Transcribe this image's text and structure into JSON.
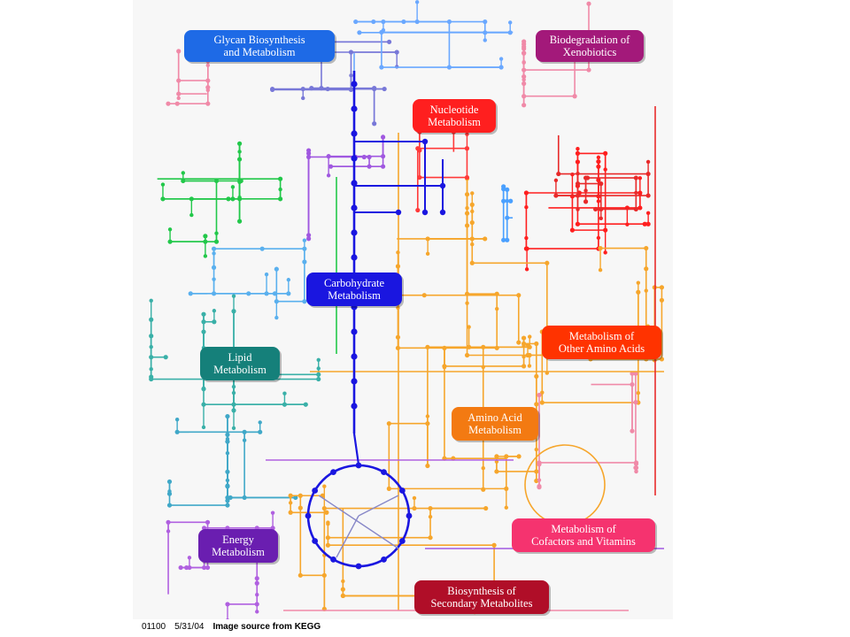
{
  "colors": {
    "glycan": "#1e6ae6",
    "xenobiotics": "#a3197a",
    "nucleotide": "#ff1f1f",
    "carbohydrate": "#1a16e0",
    "lipid": "#15807a",
    "other_amino": "#ff3300",
    "amino": "#f37a12",
    "energy": "#6a1eb0",
    "cofactors": "#f5336f",
    "secondary": "#b00e28"
  },
  "labels": {
    "glycan": "Glycan Biosynthesis\nand Metabolism",
    "xenobiotics": "Biodegradation of\nXenobiotics",
    "nucleotide": "Nucleotide\nMetabolism",
    "carbohydrate": "Carbohydrate\nMetabolism",
    "lipid": "Lipid\nMetabolism",
    "other_amino": "Metabolism of\nOther Amino Acids",
    "amino": "Amino Acid\nMetabolism",
    "energy": "Energy\nMetabolism",
    "cofactors": "Metabolism of\nCofactors and Vitamins",
    "secondary": "Biosynthesis of\nSecondary Metabolites"
  },
  "footer": {
    "map_id": "01100",
    "date": "5/31/04",
    "source": "Image source from KEGG"
  }
}
